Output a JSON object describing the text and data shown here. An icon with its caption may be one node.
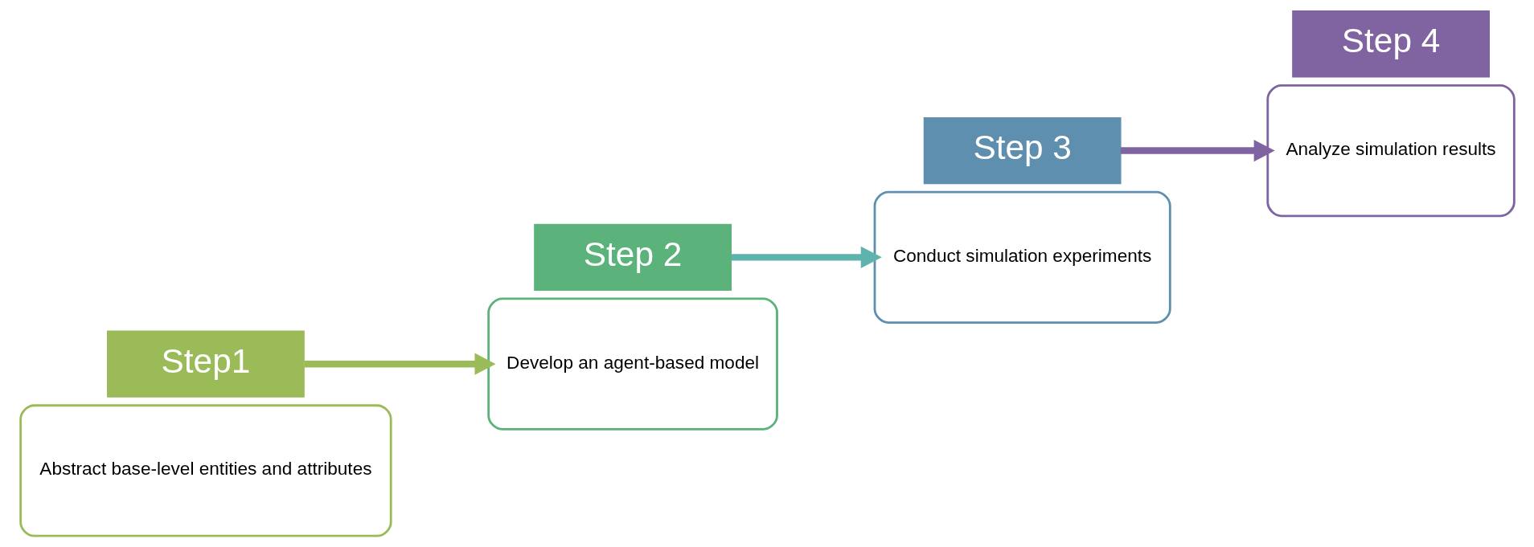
{
  "diagram": {
    "nodes": [
      {
        "text": [
          "Abstract base-level entities and attributes"
        ]
      },
      {
        "text": [
          "Step1"
        ]
      },
      {
        "text": [
          "Step 2"
        ]
      },
      {
        "text": [
          "Develop an agent-based model"
        ]
      },
      {
        "text": [
          "Conduct simulation experiments"
        ]
      },
      {
        "text": [
          "Step 3"
        ]
      },
      {
        "text": [
          "Step 4"
        ]
      },
      {
        "text": [
          "Analyze simulation results"
        ]
      }
    ],
    "edges": [
      {
        "from": 1,
        "to": 3,
        "arrow": "to",
        "color": "#9bbb59"
      },
      {
        "from": 2,
        "to": 4,
        "arrow": "to",
        "color": "#5fb3ad"
      },
      {
        "from": 5,
        "to": 7,
        "arrow": "to",
        "color": "#8064a2"
      }
    ]
  }
}
